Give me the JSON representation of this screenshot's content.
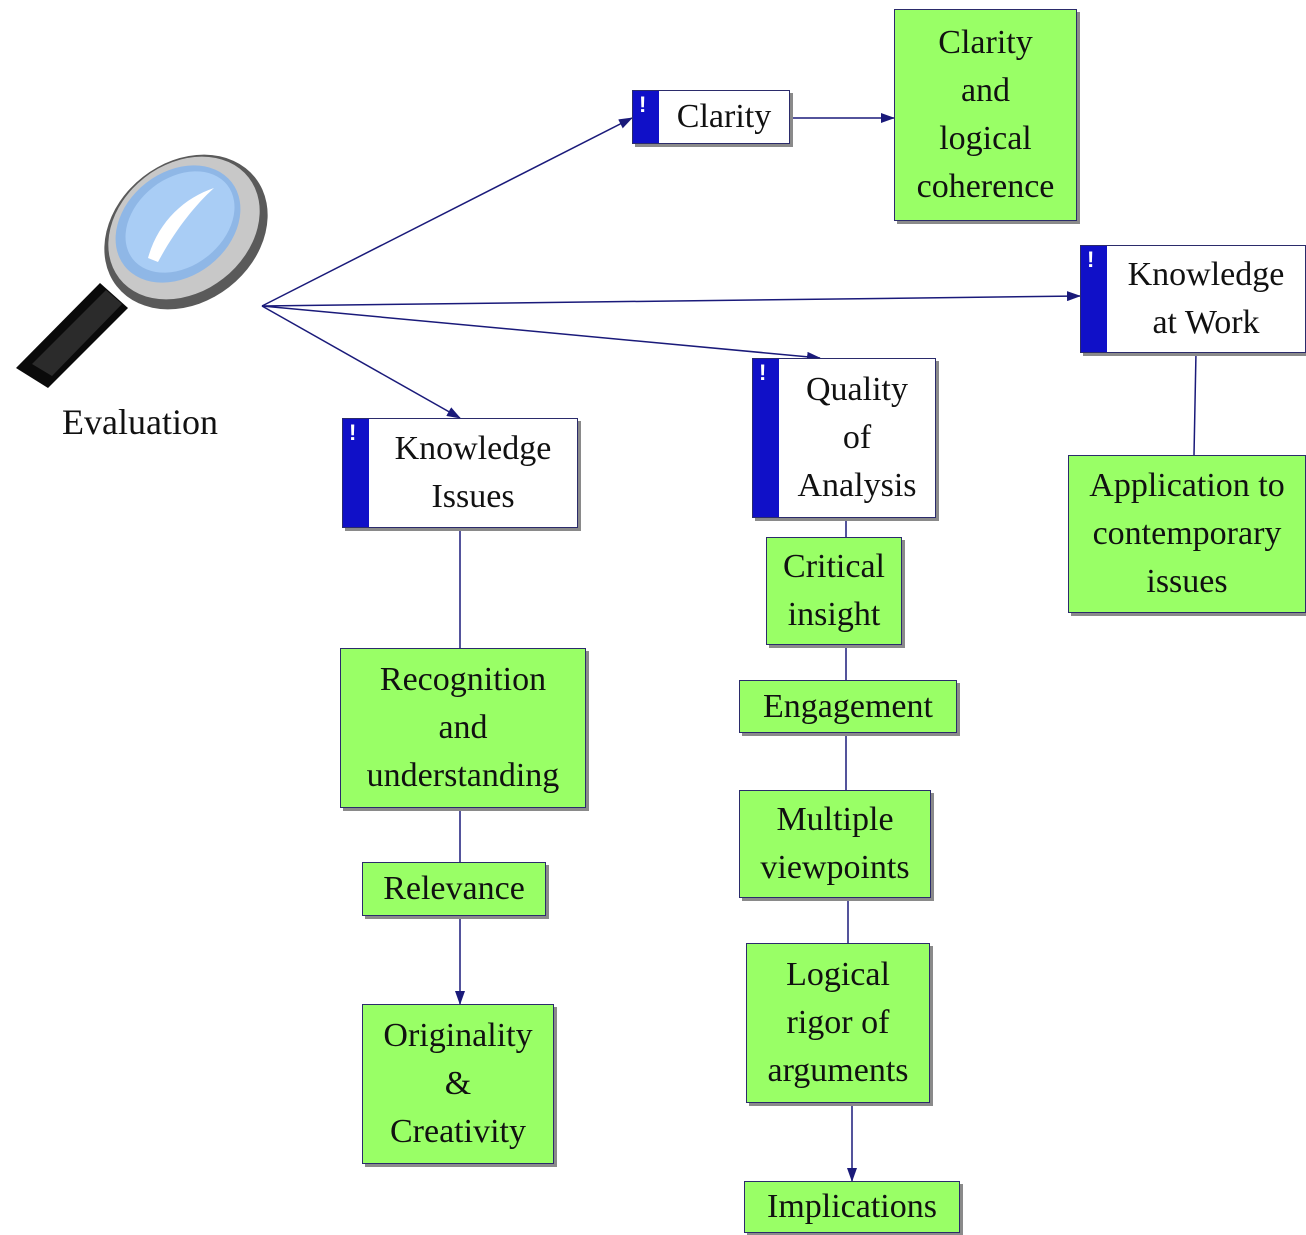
{
  "root": {
    "label": "Evaluation",
    "icon": "magnifying-glass-icon"
  },
  "categories": {
    "clarity": {
      "label": "Clarity",
      "marker": "!"
    },
    "knowledge_issues": {
      "label": "Knowledge\nIssues",
      "marker": "!"
    },
    "quality_of_analysis": {
      "label": "Quality\nof\nAnalysis",
      "marker": "!"
    },
    "knowledge_at_work": {
      "label": "Knowledge\nat Work",
      "marker": "!"
    }
  },
  "criteria": {
    "clarity_coherence": "Clarity\nand\nlogical\ncoherence",
    "recognition": "Recognition\nand\nunderstanding",
    "relevance": "Relevance",
    "originality": "Originality\n&\nCreativity",
    "critical_insight": "Critical\ninsight",
    "engagement": "Engagement",
    "multiple_viewpoints": "Multiple\nviewpoints",
    "logical_rigor": "Logical\nrigor of\narguments",
    "implications": "Implications",
    "application": "Application to\ncontemporary\nissues"
  },
  "colors": {
    "criterion_fill": "#99ff66",
    "category_fill": "#ffffff",
    "category_marker": "#1010c8",
    "connector": "#1a1a7a"
  }
}
